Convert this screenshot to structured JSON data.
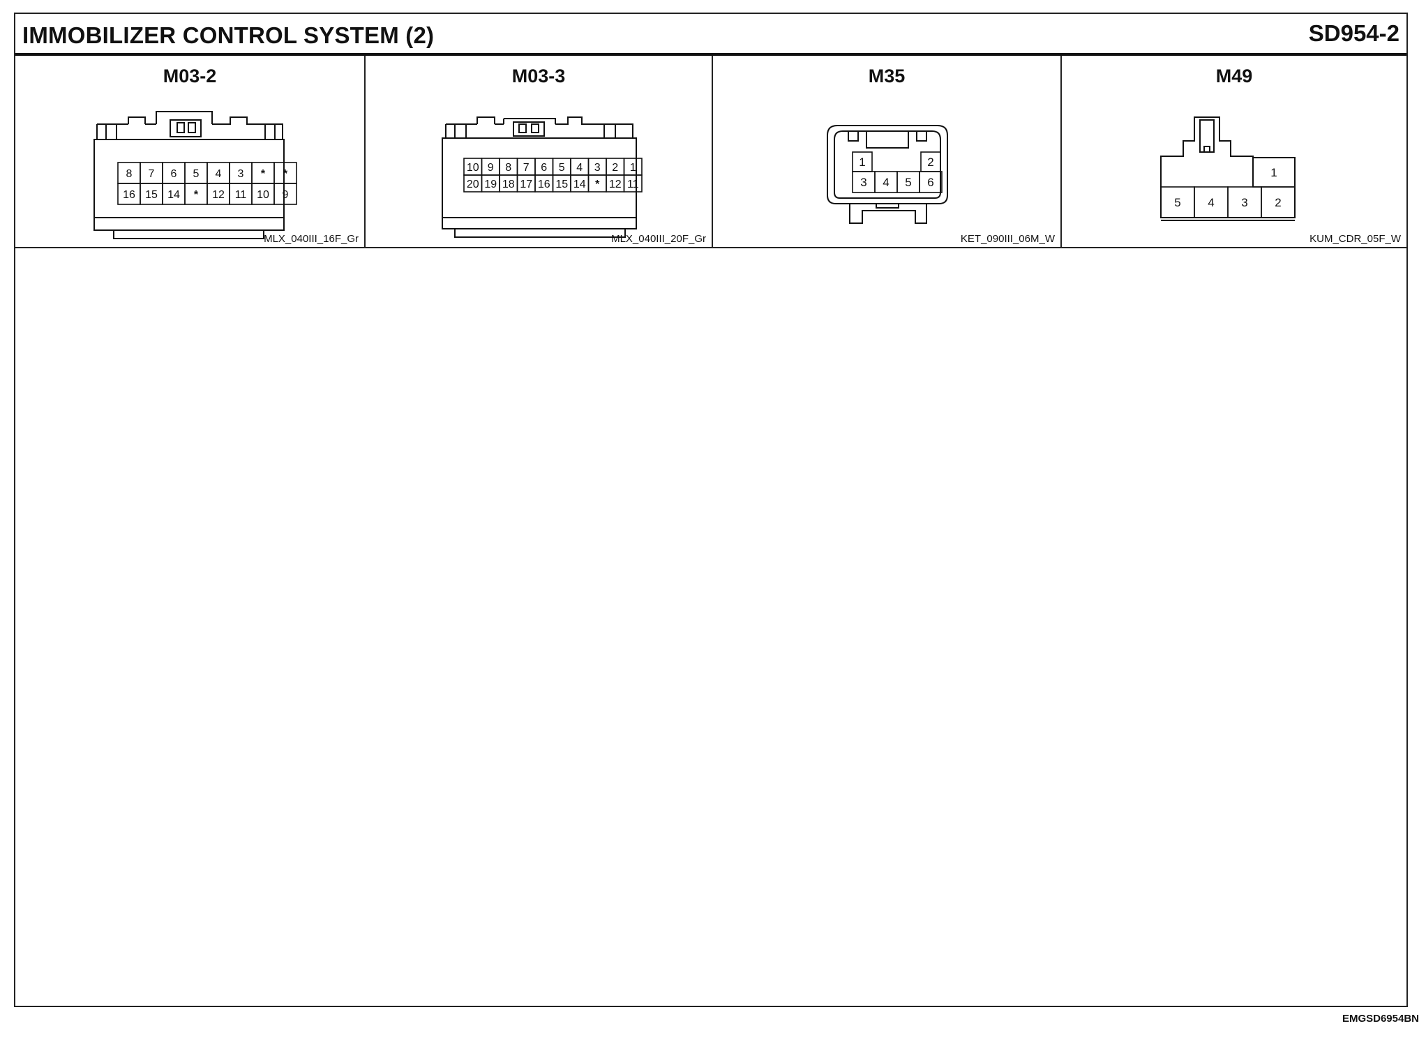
{
  "header": {
    "title": "IMMOBILIZER CONTROL SYSTEM (2)",
    "code": "SD954-2"
  },
  "connectors": [
    {
      "id": "M03-2",
      "type": "MLX_040III_16F_Gr",
      "rows": [
        [
          "8",
          "7",
          "6",
          "5",
          "4",
          "3",
          "*",
          "*"
        ],
        [
          "16",
          "15",
          "14",
          "*",
          "12",
          "11",
          "10",
          "9"
        ]
      ]
    },
    {
      "id": "M03-3",
      "type": "MLX_040III_20F_Gr",
      "rows": [
        [
          "10",
          "9",
          "8",
          "7",
          "6",
          "5",
          "4",
          "3",
          "2",
          "1"
        ],
        [
          "20",
          "19",
          "18",
          "17",
          "16",
          "15",
          "14",
          "*",
          "12",
          "11"
        ]
      ]
    },
    {
      "id": "M35",
      "type": "KET_090III_06M_W",
      "top_pins": [
        "1",
        "2"
      ],
      "rows": [
        [
          "3",
          "4",
          "5",
          "6"
        ]
      ]
    },
    {
      "id": "M49",
      "type": "KUM_CDR_05F_W",
      "top_pins": [
        "1"
      ],
      "rows": [
        [
          "5",
          "4",
          "3",
          "2"
        ]
      ]
    }
  ],
  "footer": {
    "code": "EMGSD6954BN"
  }
}
